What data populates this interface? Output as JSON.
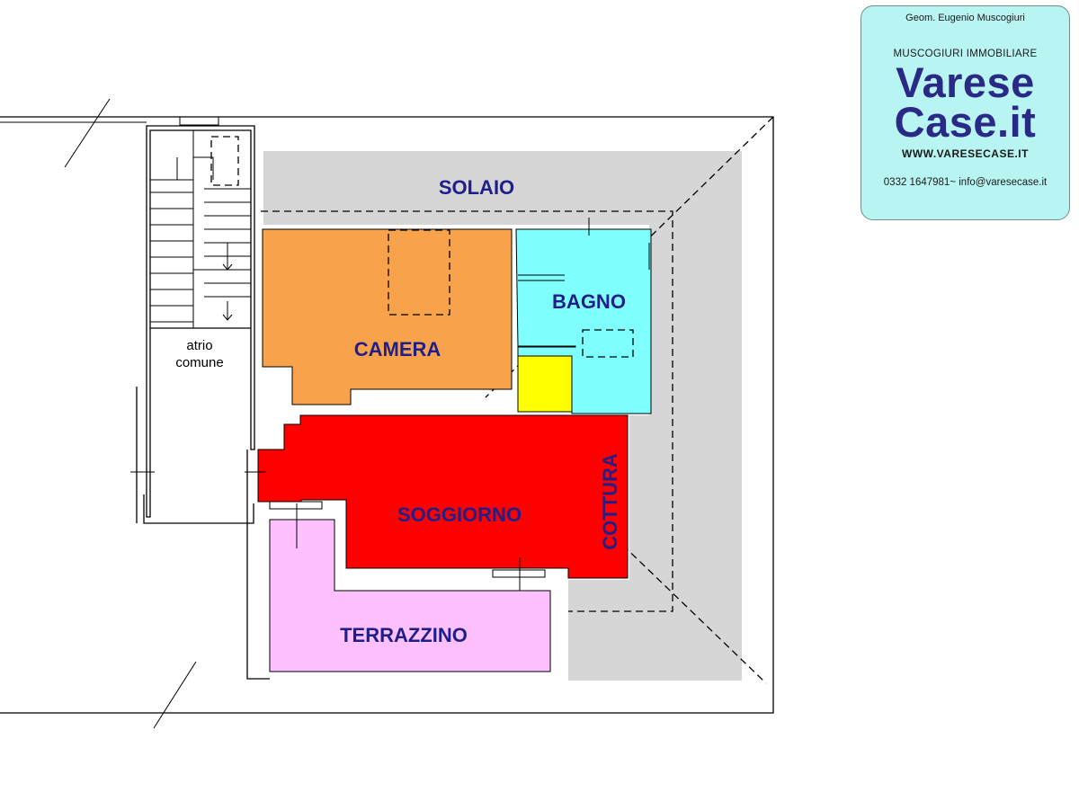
{
  "rooms": {
    "solaio": {
      "label": "SOLAIO",
      "color": "#d6d6d6"
    },
    "camera": {
      "label": "CAMERA",
      "color": "#f9a24c"
    },
    "bagno": {
      "label": "BAGNO",
      "color": "#80ffff"
    },
    "soggiorno": {
      "label": "SOGGIORNO",
      "color": "#ff0000"
    },
    "cottura": {
      "label": "COTTURA"
    },
    "terrazzino": {
      "label": "TERRAZZINO",
      "color": "#ffc0ff"
    },
    "ripostiglio": {
      "color": "#ffff00"
    },
    "atrio": {
      "line1": "atrio",
      "line2": "comune"
    }
  },
  "logo": {
    "owner": "Geom. Eugenio Muscogiuri",
    "agency": "MUSCOGIURI IMMOBILIARE",
    "brand_line1": "Varese",
    "brand_line2": "Case.it",
    "website": "WWW.VARESECASE.IT",
    "contact": "0332 1647981~ info@varesecase.it",
    "background_color": "#b7f4f2",
    "brand_color": "#2a2a86"
  }
}
